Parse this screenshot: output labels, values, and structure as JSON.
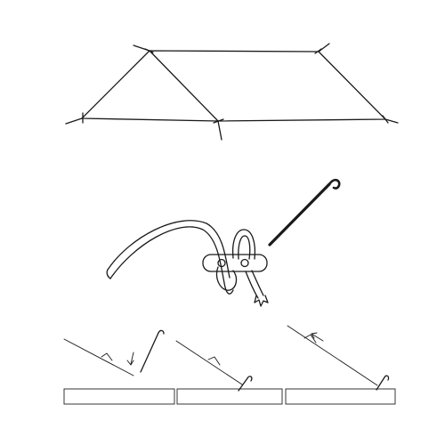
{
  "figure": {
    "panels": [
      {
        "name": "tarp-overview",
        "icon": "tarp-icon"
      },
      {
        "name": "cord-tensioner-and-stake",
        "icon": "tensioner-icon"
      },
      {
        "name": "staking-steps",
        "steps": 3,
        "icon": "stake-icon"
      }
    ],
    "colors": {
      "line": "#1a1a1a",
      "background": "#ffffff"
    }
  }
}
